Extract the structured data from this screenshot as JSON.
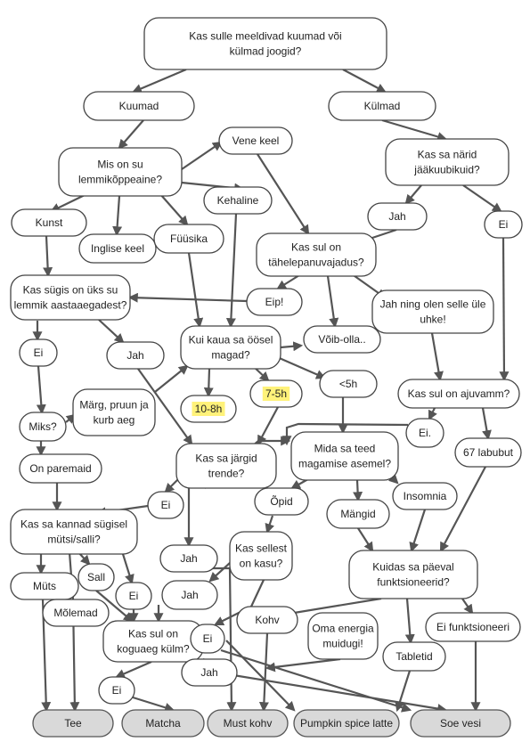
{
  "nodes": {
    "q_food": {
      "lines": [
        "Kas sulle meeldivad kuumad või",
        "külmad joogid?"
      ]
    },
    "hot": {
      "lines": [
        "Kuumad"
      ]
    },
    "cold": {
      "lines": [
        "Külmad"
      ]
    },
    "q_subject": {
      "lines": [
        "Mis on su",
        "lemmikõppeaine?"
      ]
    },
    "russian": {
      "lines": [
        "Vene keel"
      ]
    },
    "q_ice": {
      "lines": [
        "Kas sa närid",
        "jääkuubikuid?"
      ]
    },
    "art": {
      "lines": [
        "Kunst"
      ]
    },
    "english": {
      "lines": [
        "Inglise keel"
      ]
    },
    "physics": {
      "lines": [
        "Füüsika"
      ]
    },
    "pe": {
      "lines": [
        "Kehaline"
      ]
    },
    "ice_yes": {
      "lines": [
        "Jah"
      ]
    },
    "ice_no": {
      "lines": [
        "Ei"
      ]
    },
    "q_attention": {
      "lines": [
        "Kas sul on",
        "tähelepanuvajadus?"
      ]
    },
    "q_autumn": {
      "lines": [
        "Kas sügis on üks su",
        "lemmik aastaaegadest?"
      ]
    },
    "eip": {
      "lines": [
        "Eip!"
      ]
    },
    "proud": {
      "lines": [
        "Jah ning olen selle üle",
        "uhke!"
      ]
    },
    "autumn_no": {
      "lines": [
        "Ei"
      ]
    },
    "autumn_yes": {
      "lines": [
        "Jah"
      ]
    },
    "q_sleep": {
      "lines": [
        "Kui kaua sa öösel",
        "magad?"
      ]
    },
    "maybe": {
      "lines": [
        "Võib-olla.."
      ]
    },
    "wet": {
      "lines": [
        "Märg, pruun ja",
        "kurb aeg"
      ]
    },
    "lt5": {
      "lines": [
        "<5h"
      ]
    },
    "q_brain": {
      "lines": [
        "Kas sul on ajuvamm?"
      ]
    },
    "why": {
      "lines": [
        "Miks?"
      ]
    },
    "s10": {
      "lines": [
        "10-8h"
      ]
    },
    "s7": {
      "lines": [
        "7-5h"
      ]
    },
    "brain_no": {
      "lines": [
        "Ei."
      ]
    },
    "labubu": {
      "lines": [
        "67 labubut"
      ]
    },
    "better": {
      "lines": [
        "On paremaid"
      ]
    },
    "q_trends": {
      "lines": [
        "Kas sa järgid",
        "trende?"
      ]
    },
    "q_bed": {
      "lines": [
        "Mida sa teed",
        "magamise asemel?"
      ]
    },
    "trends_no": {
      "lines": [
        "Ei"
      ]
    },
    "study": {
      "lines": [
        "Õpid"
      ]
    },
    "insomnia": {
      "lines": [
        "Insomnia"
      ]
    },
    "games": {
      "lines": [
        "Mängid"
      ]
    },
    "q_hat": {
      "lines": [
        "Kas sa kannad sügisel",
        "mütsi/salli?"
      ]
    },
    "trends_yes": {
      "lines": [
        "Jah"
      ]
    },
    "q_useful": {
      "lines": [
        "Kas sellest",
        "on kasu?"
      ]
    },
    "q_function": {
      "lines": [
        "Kuidas sa päeval",
        "funktsioneerid?"
      ]
    },
    "hat": {
      "lines": [
        "Müts"
      ]
    },
    "scarf": {
      "lines": [
        "Sall"
      ]
    },
    "hat_no": {
      "lines": [
        "Ei"
      ]
    },
    "useful_yes": {
      "lines": [
        "Jah"
      ]
    },
    "both": {
      "lines": [
        "Mõlemad"
      ]
    },
    "coffee": {
      "lines": [
        "Kohv"
      ]
    },
    "energy": {
      "lines": [
        "Oma energia",
        "muidugi!"
      ]
    },
    "nofunc": {
      "lines": [
        "Ei funktsioneeri"
      ]
    },
    "q_cold": {
      "lines": [
        "Kas sul on",
        "koguaeg külm?"
      ]
    },
    "useful_no": {
      "lines": [
        "Ei"
      ]
    },
    "tablets": {
      "lines": [
        "Tabletid"
      ]
    },
    "cold_yes": {
      "lines": [
        "Jah"
      ]
    },
    "cold_no": {
      "lines": [
        "Ei"
      ]
    },
    "tea": {
      "lines": [
        "Tee"
      ]
    },
    "matcha": {
      "lines": [
        "Matcha"
      ]
    },
    "mustkohv": {
      "lines": [
        "Must kohv"
      ]
    },
    "psl": {
      "lines": [
        "Pumpkin spice latte"
      ]
    },
    "water": {
      "lines": [
        "Soe vesi"
      ]
    }
  }
}
